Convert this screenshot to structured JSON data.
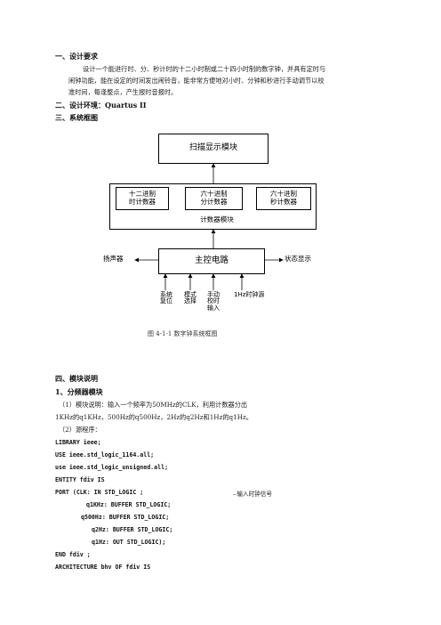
{
  "sections": {
    "s1_title": "一、设计要求",
    "s1_para_line1": "设计一个能进行时、分、秒计时的十二小时制或二十四小时制的数字钟，并具有定时与",
    "s1_para_line2": "闹钟功能，能在设定的时间发出闹铃音，能非常方便地对小时、分钟和秒进行手动调节以校",
    "s1_para_line3": "准时间，每逢整点，产生报时音报时。",
    "s2_title": "二、设计环境：Quartus II",
    "s3_title": "三、系统框图",
    "s4_title": "四、模块说明",
    "s4_sub1": "1、分频器模块",
    "s4_desc_line1": "（1）模块说明：输入一个频率为50MHz的CLK，利用计数器分出",
    "s4_desc_line2": "1KHz的q1KHz，500Hz的q500Hz，2Hz的q2Hz和1Hz的q1Hz。",
    "s4_prog": "（2）源程序："
  },
  "diagram": {
    "scan_display": "扫描显示模块",
    "hour_counter_l1": "十二进制",
    "hour_counter_l2": "时计数器",
    "min_counter_l1": "六十进制",
    "min_counter_l2": "分计数器",
    "sec_counter_l1": "六十进制",
    "sec_counter_l2": "秒计数器",
    "counter_module": "计数器模块",
    "main_control": "主控电路",
    "speaker": "扬声器",
    "status_display": "状态显示",
    "in_reset_l1": "系统",
    "in_reset_l2": "复位",
    "in_mode_l1": "模式",
    "in_mode_l2": "选择",
    "in_manual_l1": "手动",
    "in_manual_l2": "校时",
    "in_manual_l3": "输入",
    "in_clock": "1Hz时钟源",
    "caption": "图 4-1-1  数字钟系统框图"
  },
  "code": {
    "l1": "LIBRARY ieee;",
    "l2": "USE ieee.std_logic_1164.all;",
    "l3": "use ieee.std_logic_unsigned.all;",
    "l4": "ENTITY fdiv IS",
    "l5": "PORT   (CLK: IN STD_LOGIC ;",
    "l5_comment": "--输入时钟信号",
    "l6": "q1KHz: BUFFER STD_LOGIC;",
    "l7": "q500Hz: BUFFER STD_LOGIC;",
    "l8": "q2Hz: BUFFER STD_LOGIC;",
    "l9": "q1Hz: OUT STD_LOGIC);",
    "l10": "END fdiv ;",
    "l11": "ARCHITECTURE bhv OF fdiv IS"
  }
}
